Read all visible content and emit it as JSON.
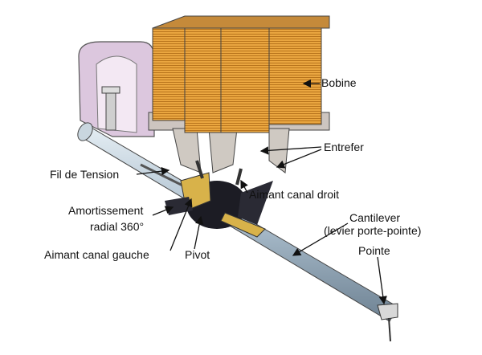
{
  "labels": {
    "bobine": "Bobine",
    "entrefer": "Entrefer",
    "fil_de_tension": "Fil de Tension",
    "aimant_canal_droit": "Aimant canal droit",
    "amortissement_line1": "Amortissement",
    "amortissement_line2": "radial 360°",
    "cantilever_line1": "Cantilever",
    "cantilever_line2": "(levier porte-pointe)",
    "pointe": "Pointe",
    "aimant_canal_gauche": "Aimant canal gauche",
    "pivot": "Pivot"
  },
  "colors": {
    "coil": "#e8a23a",
    "coil_stripe": "#b8741c",
    "bracket": "#d9c4dc",
    "tube": "#a9bccb",
    "pole": "#cfc9c2",
    "magnet_body": "#1c1c24",
    "magnet_gold": "#d8b24a"
  }
}
